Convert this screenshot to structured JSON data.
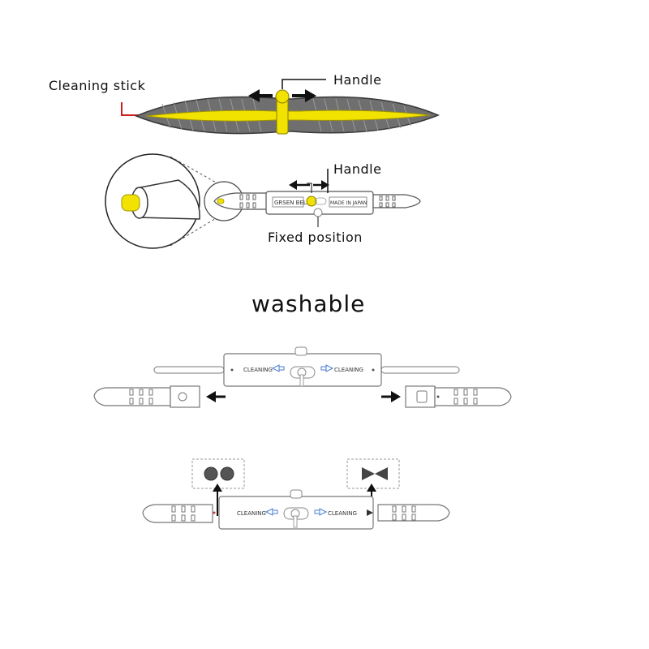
{
  "labels": {
    "cleaning_stick": "Cleaning stick",
    "handle_top": "Handle",
    "handle_mid": "Handle",
    "fixed_position": "Fixed position",
    "washable": "washable"
  },
  "device_text": {
    "brand": "GRSEN BELL",
    "made_in": "MADE IN JAPAN",
    "cleaning_left": "CLEANING",
    "cleaning_right": "CLEANING"
  },
  "colors": {
    "accent_yellow": "#f2e200",
    "arrow": "#111111",
    "stick_red": "#d21a1a",
    "outline": "#8f8f8f"
  }
}
